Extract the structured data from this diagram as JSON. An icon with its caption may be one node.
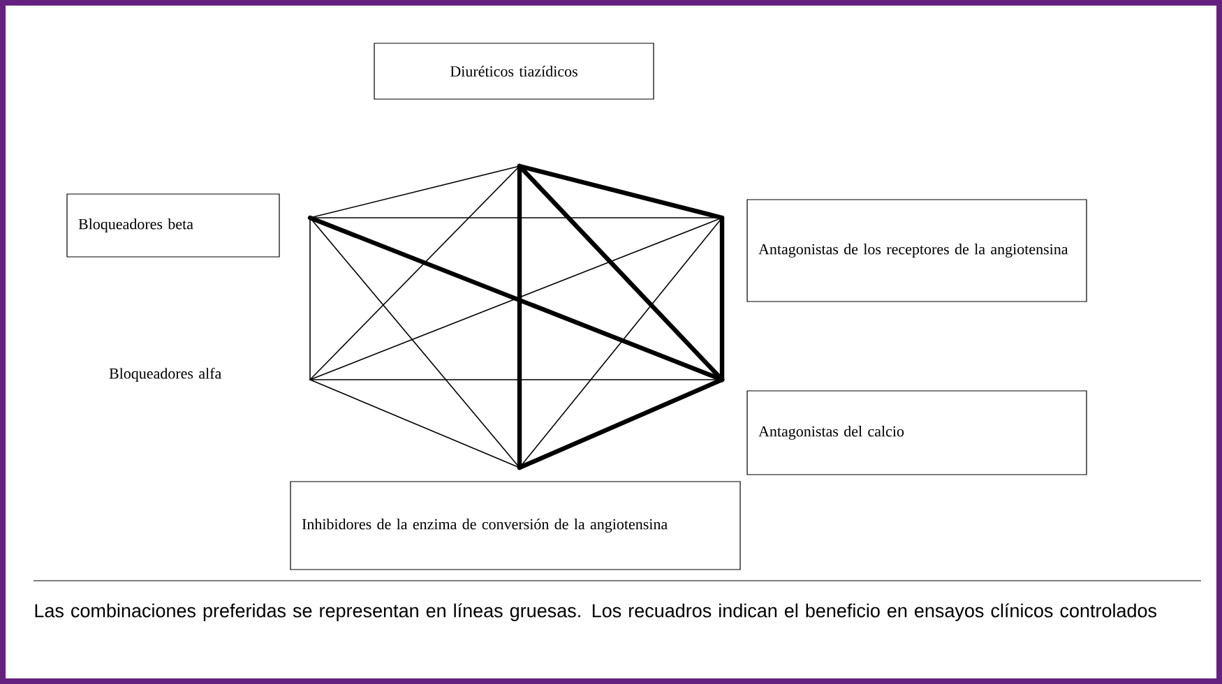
{
  "diagram": {
    "caption": "Las combinaciones preferidas se representan en líneas gruesas. Los recuadros indican el beneficio en ensayos clínicos controlados",
    "nodes": [
      {
        "text": [
          "Diuréticos tiazídicos"
        ]
      },
      {
        "text": [
          "Bloqueadores beta"
        ]
      },
      {
        "text": [
          "Antagonistas de los receptores de la angiotensina"
        ]
      },
      {
        "text": [
          "Bloqueadores alfa"
        ]
      },
      {
        "text": [
          "Antagonistas del calcio"
        ]
      },
      {
        "text": [
          "Inhibidores de la enzima de conversión de la angiotensina"
        ]
      }
    ],
    "edges": [
      {
        "from": 0,
        "to": 1,
        "arrow": "none"
      },
      {
        "from": 0,
        "to": 2,
        "arrow": "none",
        "style": "thick"
      },
      {
        "from": 0,
        "to": 3,
        "arrow": "none"
      },
      {
        "from": 0,
        "to": 4,
        "arrow": "none",
        "style": "thick"
      },
      {
        "from": 0,
        "to": 5,
        "arrow": "none",
        "style": "thick"
      },
      {
        "from": 1,
        "to": 2,
        "arrow": "none"
      },
      {
        "from": 1,
        "to": 3,
        "arrow": "none"
      },
      {
        "from": 1,
        "to": 4,
        "arrow": "none",
        "style": "thick"
      },
      {
        "from": 1,
        "to": 5,
        "arrow": "none"
      },
      {
        "from": 2,
        "to": 3,
        "arrow": "none"
      },
      {
        "from": 2,
        "to": 4,
        "arrow": "none",
        "style": "thick"
      },
      {
        "from": 2,
        "to": 5,
        "arrow": "none"
      },
      {
        "from": 3,
        "to": 4,
        "arrow": "none"
      },
      {
        "from": 3,
        "to": 5,
        "arrow": "none"
      },
      {
        "from": 4,
        "to": 5,
        "arrow": "none",
        "style": "thick"
      }
    ]
  }
}
